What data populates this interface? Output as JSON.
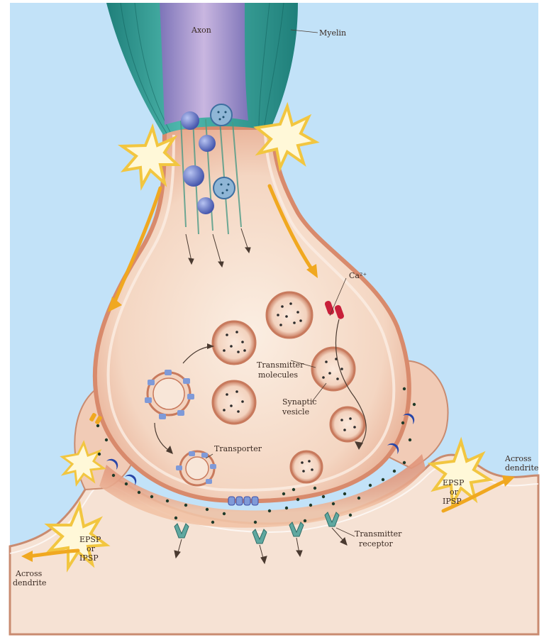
{
  "diagram": {
    "labels": {
      "axon": "Axon",
      "myelin": "Myelin",
      "calcium": "Ca²⁺",
      "transmitter_molecules_1": "Transmitter",
      "transmitter_molecules_2": "molecules",
      "synaptic_vesicle_1": "Synaptic",
      "synaptic_vesicle_2": "vesicle",
      "transporter": "Transporter",
      "transmitter_receptor_1": "Transmitter",
      "transmitter_receptor_2": "receptor",
      "across_dendrite_right_1": "Across",
      "across_dendrite_right_2": "dendrite",
      "epsp_right_1": "EPSP",
      "epsp_right_2": "or",
      "epsp_right_3": "IPSP",
      "epsp_left_1": "EPSP",
      "epsp_left_2": "or",
      "epsp_left_3": "IPSP",
      "across_dendrite_left_1": "Across",
      "across_dendrite_left_2": "dendrite"
    },
    "colors": {
      "background": "#c2e2f8",
      "myelin": "#2f9c96",
      "axon": "#9b8fc8",
      "terminal_fill": "#f6dccb",
      "membrane": "#d88a6c",
      "cleft": "#d9654a",
      "vesicle": "#e9b49a",
      "receptor": "#5fa8a0",
      "ion_channel": "#c8203a",
      "arrow": "#f0a820",
      "transporter": "#7f9ad8"
    }
  }
}
